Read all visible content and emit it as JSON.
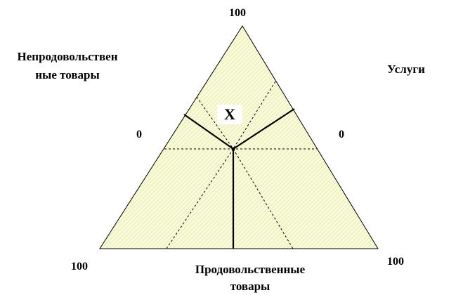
{
  "diagram": {
    "top_vertex_label": "100",
    "left_vertex_label": "100",
    "right_vertex_label": "100",
    "left_mid_label": "0",
    "right_mid_label": "0",
    "axis_nonfood": {
      "line1": "Непродовольствен",
      "line2": "ные товары"
    },
    "axis_services": "Услуги",
    "axis_food": {
      "line1": "Продовольственные",
      "line2": "товары"
    },
    "point_marker": "X",
    "colors": {
      "fill": "#fbfbe0",
      "hatch": "#e6efa8",
      "outline": "#000000"
    }
  }
}
